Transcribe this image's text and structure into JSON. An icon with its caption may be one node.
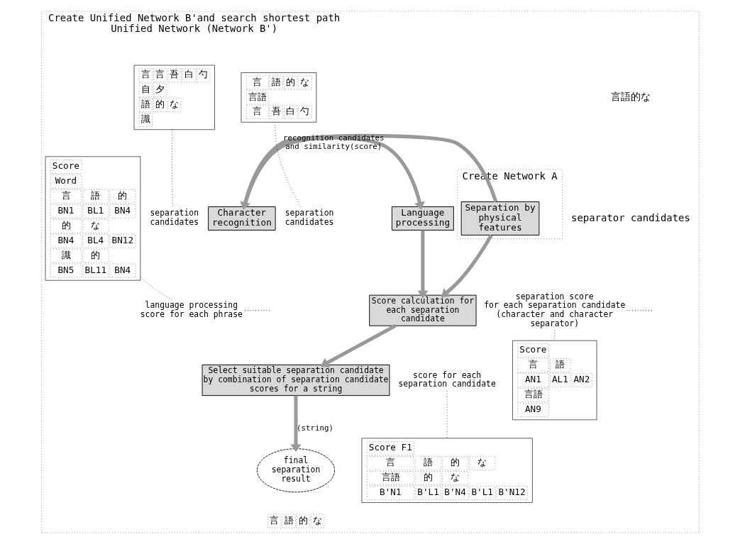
{
  "diagram": {
    "nodes": [
      {
        "text": [
          "Create Unified Network B'and search shortest path",
          "Unified Network (Network B')"
        ]
      },
      {
        "text": [
          "Create Network A"
        ],
        "in": 0
      },
      {
        "text": [
          "Separation by physical features"
        ],
        "in": 1
      },
      {
        "text": [
          "Character recognition"
        ],
        "in": 0
      },
      {
        "text": [
          "Language processing"
        ],
        "in": 0
      },
      {
        "text": [
          "Score calculation for each separation candidate"
        ],
        "in": 0
      },
      {
        "text": [
          "Select suitable separation candidate",
          "by combination of separation candidate scores for a string"
        ],
        "in": 0
      },
      {
        "text": [
          "final separation result"
        ],
        "in": 0
      },
      {
        "text": [
          "言",
          "語",
          "的",
          "な",
          "言語",
          "言",
          "吾",
          "白",
          "勺"
        ],
        "in": 0
      },
      {
        "text": [
          "言",
          "言",
          "吾",
          "白",
          "勺",
          "自",
          "夕",
          "語",
          "的",
          "な",
          "識"
        ],
        "in": 0
      },
      {
        "text": [
          "Score",
          "Word",
          "言",
          "語",
          "的",
          "BN1",
          "BL1",
          "BN4",
          "的",
          "な",
          "BN4",
          "BL4",
          "BN12",
          "識",
          "的",
          "BN5",
          "BL11",
          "BN4"
        ],
        "in": 0
      },
      {
        "text": [
          "Score",
          "言",
          "語",
          "AN1",
          "AL1",
          "AN2",
          "言語",
          "AN9"
        ],
        "in": 0
      },
      {
        "text": [
          "Score F1",
          "言",
          "語",
          "的",
          "な",
          "言語",
          "的",
          "な",
          "B'N1",
          "B'L1",
          "B'N4",
          "B'L1",
          "B'N12"
        ],
        "in": 0
      },
      {
        "text": [
          "言",
          "語",
          "的",
          "な"
        ],
        "in": 0
      },
      {
        "text": [
          "separation candidates"
        ],
        "in": 0
      },
      {
        "text": [
          "separation candidates"
        ],
        "in": 0
      },
      {
        "text": [
          "language processing score for each phrase"
        ],
        "in": 0
      },
      {
        "text": [
          "separation score",
          "for each separation candidate (character and character separator)"
        ],
        "in": 0
      },
      {
        "text": [
          "score for each separation candidate"
        ],
        "in": 0
      }
    ],
    "edges": [
      {
        "from": 2,
        "to": 3,
        "arrow": "to",
        "style": "thick",
        "color": "#999999"
      },
      {
        "from": 3,
        "to": 4,
        "arrow": "to",
        "label": "recognition candidates and similarity(score)",
        "style": "thick",
        "color": "#999999"
      },
      {
        "from": 2,
        "to": 5,
        "arrow": "to",
        "style": "thick",
        "color": "#999999"
      },
      {
        "from": 4,
        "to": 5,
        "arrow": "to",
        "style": "thick",
        "color": "#999999"
      },
      {
        "from": 5,
        "to": 6,
        "arrow": "to",
        "style": "thick",
        "color": "#999999"
      },
      {
        "from": 6,
        "to": 7,
        "arrow": "to",
        "label": "(string)",
        "style": "thick",
        "color": "#999999"
      },
      {
        "from": 8,
        "to": 14,
        "arrow": "none",
        "style": "dashed",
        "color": "#000000"
      },
      {
        "from": 9,
        "to": 15,
        "arrow": "none",
        "style": "dashed",
        "color": "#000000"
      },
      {
        "from": 10,
        "to": 16,
        "arrow": "none",
        "style": "dashed",
        "color": "#000000"
      },
      {
        "from": 16,
        "to": null,
        "arrow": "none",
        "style": "dashed",
        "color": "#000000"
      },
      {
        "from": 17,
        "to": 11,
        "arrow": "none",
        "style": "dashed",
        "color": "#000000"
      },
      {
        "from": 17,
        "to": null,
        "arrow": "none",
        "style": "dashed",
        "color": "#000000"
      },
      {
        "from": 18,
        "to": 12,
        "arrow": "none",
        "style": "dashed",
        "color": "#000000"
      }
    ],
    "labels": [
      "言語的な",
      "separator candidates"
    ]
  }
}
